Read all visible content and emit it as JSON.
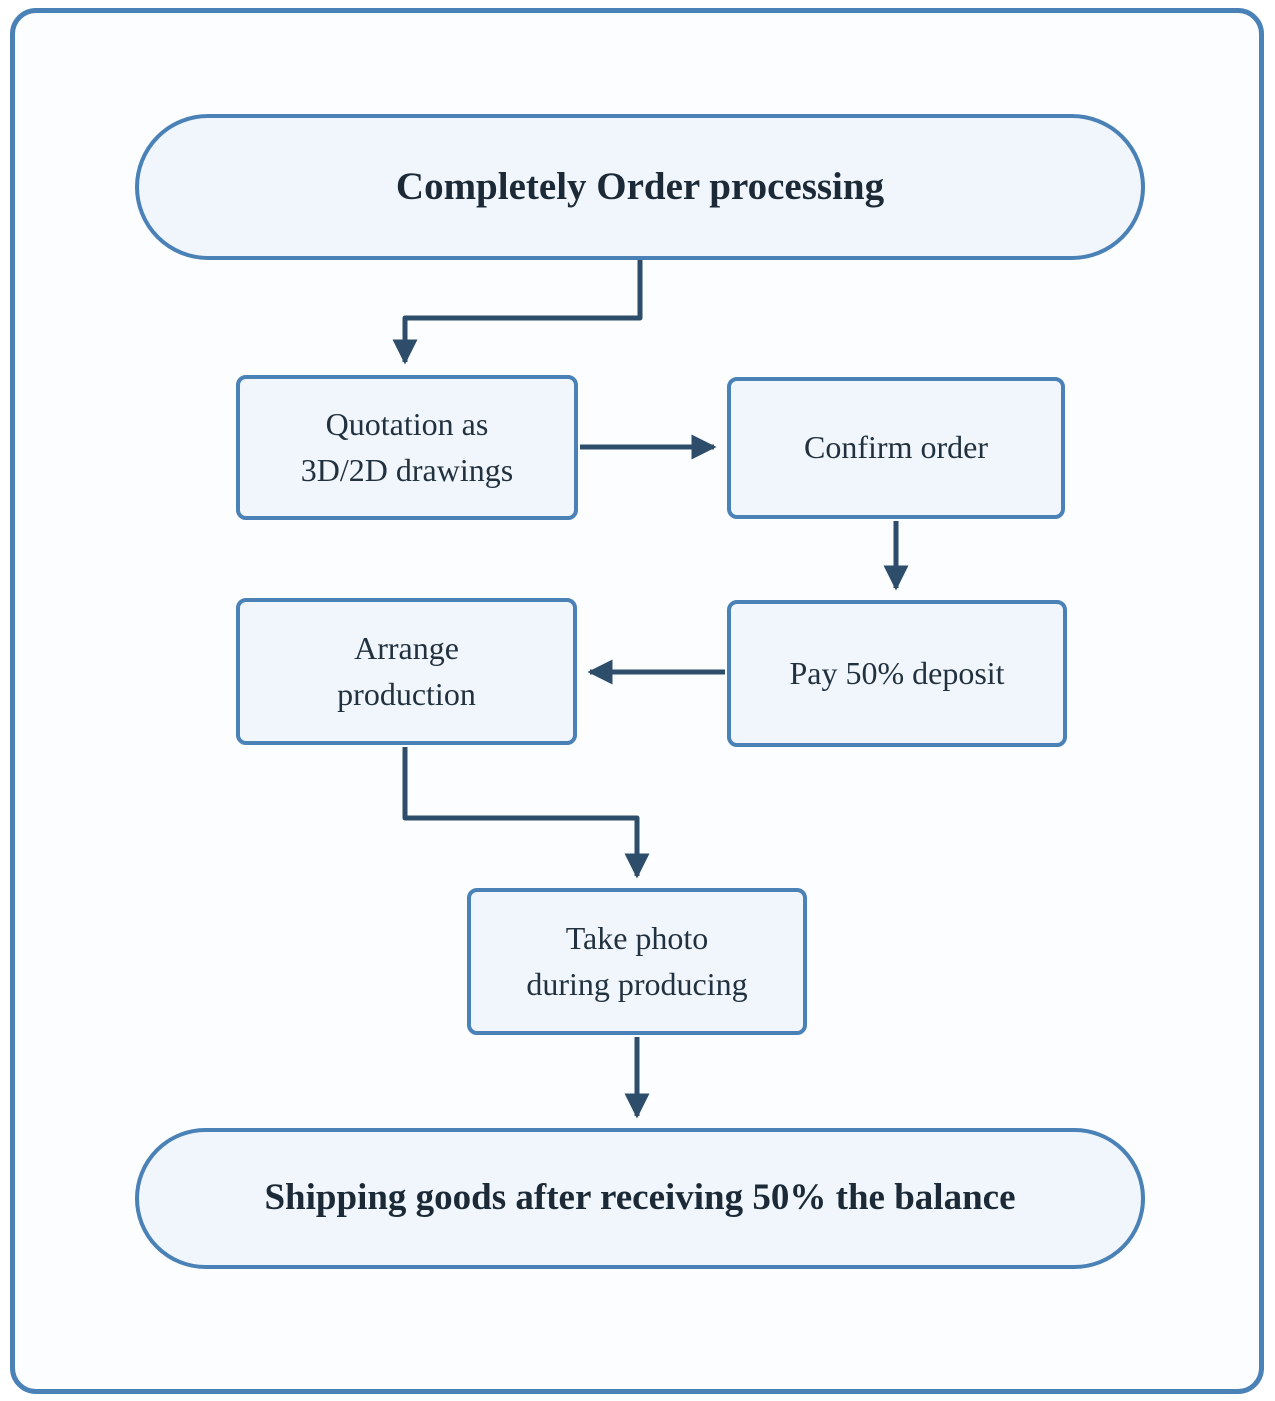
{
  "diagram": {
    "title": "Completely Order processing",
    "colors": {
      "border_blue": "#4a81b6",
      "node_fill": "#f0f6fb",
      "arrow_dark_blue": "#2d4d6b",
      "text_dark": "#22313f",
      "background": "#fcfdfe"
    },
    "nodes": {
      "start": {
        "label": "Completely Order processing"
      },
      "quotation": {
        "line1": "Quotation as",
        "line2": "3D/2D drawings"
      },
      "confirm": {
        "label": "Confirm order"
      },
      "deposit": {
        "label": "Pay 50% deposit"
      },
      "arrange": {
        "line1": "Arrange",
        "line2": "production"
      },
      "photo": {
        "line1": "Take photo",
        "line2": "during producing"
      },
      "shipping": {
        "label": "Shipping goods after receiving 50% the balance"
      }
    },
    "edges": [
      {
        "from": "start",
        "to": "quotation"
      },
      {
        "from": "quotation",
        "to": "confirm"
      },
      {
        "from": "confirm",
        "to": "deposit"
      },
      {
        "from": "deposit",
        "to": "arrange"
      },
      {
        "from": "arrange",
        "to": "photo"
      },
      {
        "from": "photo",
        "to": "shipping"
      }
    ]
  }
}
